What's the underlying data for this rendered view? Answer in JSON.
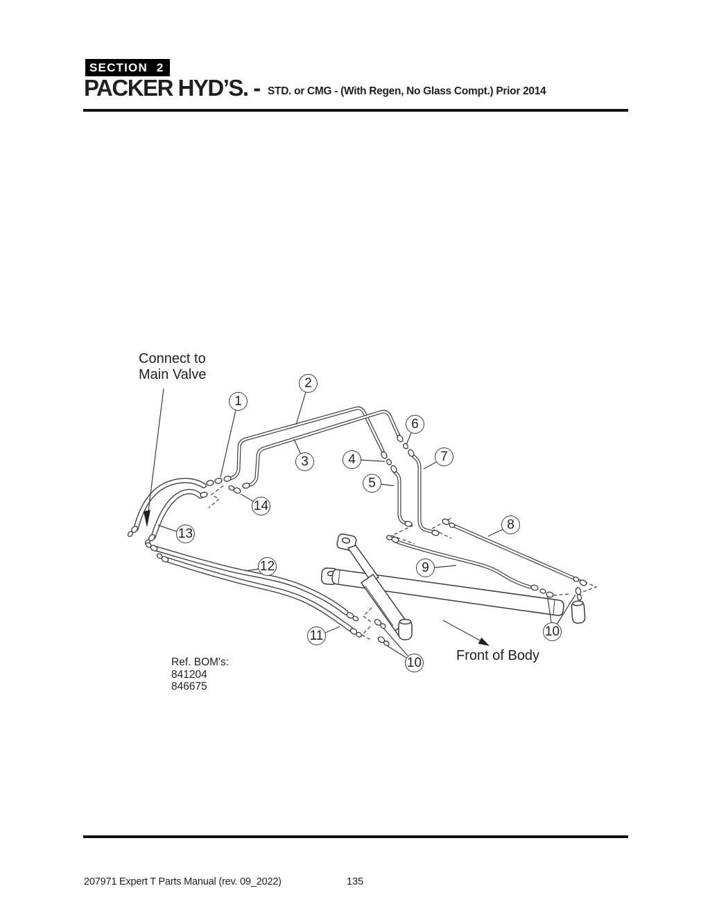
{
  "header": {
    "section": "SECTION 2",
    "title": "PACKER HYD’S. -",
    "subtitle": "STD. or CMG -  (With Regen, No Glass Compt.) Prior 2014"
  },
  "diagram": {
    "annotations": {
      "connect_to_line1": "Connect to",
      "connect_to_line2": "Main Valve",
      "ref_bom_label": "Ref. BOM's:",
      "ref_bom_numbers": [
        "841204",
        "846675"
      ],
      "front_of_body": "Front of Body"
    },
    "callouts": [
      {
        "id": "callout-1",
        "label": "1"
      },
      {
        "id": "callout-2",
        "label": "2"
      },
      {
        "id": "callout-3",
        "label": "3"
      },
      {
        "id": "callout-4",
        "label": "4"
      },
      {
        "id": "callout-5",
        "label": "5"
      },
      {
        "id": "callout-6",
        "label": "6"
      },
      {
        "id": "callout-7",
        "label": "7"
      },
      {
        "id": "callout-8",
        "label": "8"
      },
      {
        "id": "callout-9",
        "label": "9"
      },
      {
        "id": "callout-10",
        "label": "10"
      },
      {
        "id": "callout-11",
        "label": "11"
      },
      {
        "id": "callout-12",
        "label": "12"
      },
      {
        "id": "callout-13",
        "label": "13"
      },
      {
        "id": "callout-14",
        "label": "14"
      },
      {
        "id": "callout-10-right",
        "label": "10"
      }
    ],
    "line_color": "#3a3a3a"
  },
  "footer": {
    "manual_ref": "207971 Expert T Parts Manual (rev. 09_2022)",
    "page_number": "135"
  }
}
